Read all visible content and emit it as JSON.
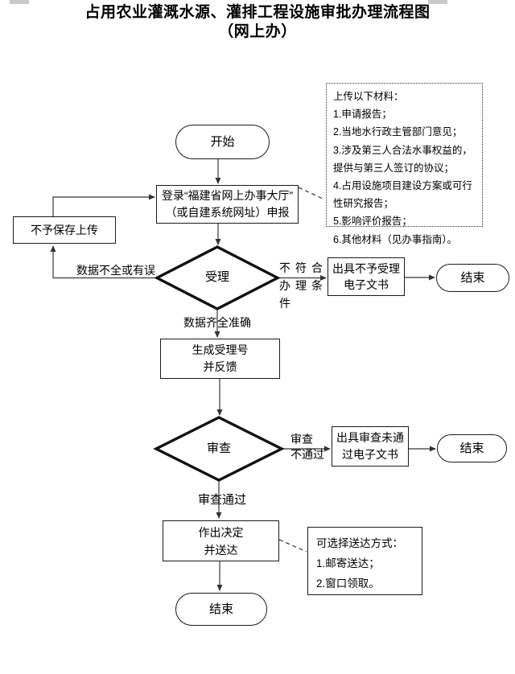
{
  "title": {
    "line1": "占用农业灌溉水源、灌排工程设施审批办理流程图",
    "line2": "（网上办）"
  },
  "nodes": {
    "start": "开始",
    "login_line1": "登录“福建省网上办事大厅”",
    "login_line2": "（或自建系统网址）申报",
    "no_save": "不予保存上传",
    "accept_decision": "受理",
    "issue_reject_line1": "出具不予受理",
    "issue_reject_line2": "电子文书",
    "end1": "结束",
    "generate_line1": "生成受理号",
    "generate_line2": "并反馈",
    "review_decision": "审查",
    "issue_review_fail_line1": "出具审查未通",
    "issue_review_fail_line2": "过电子文书",
    "end2": "结束",
    "decide_line1": "作出决定",
    "decide_line2": "并送达",
    "end3": "结束"
  },
  "edge_labels": {
    "data_incomplete": "数据不全或有误",
    "not_qualified_line1": "不符合",
    "not_qualified_line2": "办理条",
    "not_qualified_line3": "件",
    "data_complete": "数据齐全准确",
    "review_fail_line1": "审查",
    "review_fail_line2": "不通过",
    "review_pass": "审查通过"
  },
  "materials_note": {
    "lines": [
      "上传以下材料：",
      "1.申请报告；",
      "2.当地水行政主管部门意见；",
      "3.涉及第三人合法水事权益的，提供与第三人签订的协议；",
      "4.占用设施项目建设方案或可行性研究报告；",
      "5.影响评价报告；",
      "6.其他材料（见办事指南）。"
    ]
  },
  "delivery_note": {
    "lines": [
      "可选择送达方式：",
      "1.邮寄送达；",
      "2.窗口领取。"
    ]
  },
  "colors": {
    "line": "#555555",
    "arrow": "#333333",
    "diamond_border": "#111111",
    "box_border": "#1a1a1a"
  }
}
